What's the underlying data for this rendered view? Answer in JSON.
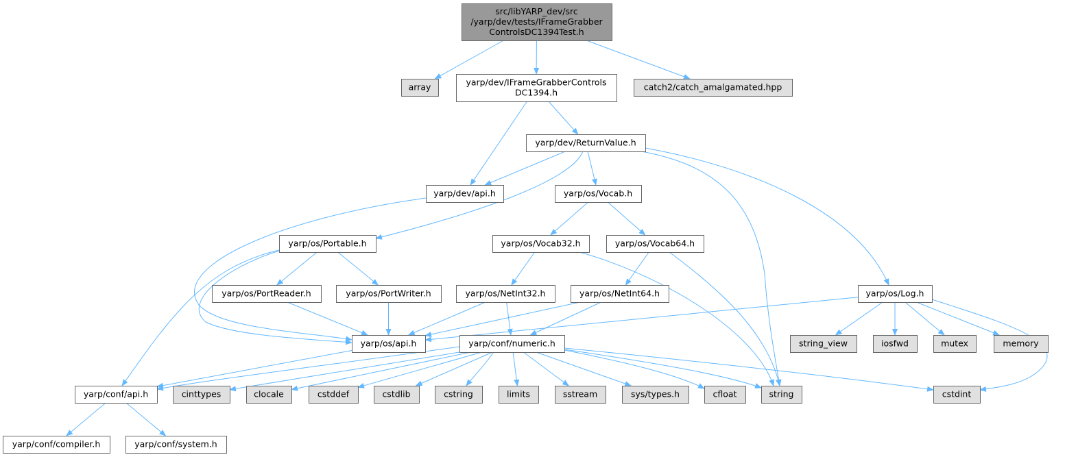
{
  "colors": {
    "root_fill": "#999999",
    "project_fill": "#ffffff",
    "system_fill": "#e0e0e0",
    "border": "#666666",
    "edge": "#63b8ff"
  },
  "nodes": [
    {
      "id": "root",
      "kind": "root",
      "lines": [
        "src/libYARP_dev/src",
        "/yarp/dev/tests/IFrameGrabber",
        "ControlsDC1394Test.h"
      ]
    },
    {
      "id": "array",
      "kind": "system",
      "lines": [
        "array"
      ]
    },
    {
      "id": "ifgc",
      "kind": "project",
      "lines": [
        "yarp/dev/IFrameGrabberControls",
        "DC1394.h"
      ]
    },
    {
      "id": "catch2",
      "kind": "system",
      "lines": [
        "catch2/catch_amalgamated.hpp"
      ]
    },
    {
      "id": "retval",
      "kind": "project",
      "lines": [
        "yarp/dev/ReturnValue.h"
      ]
    },
    {
      "id": "devapi",
      "kind": "project",
      "lines": [
        "yarp/dev/api.h"
      ]
    },
    {
      "id": "vocab",
      "kind": "project",
      "lines": [
        "yarp/os/Vocab.h"
      ]
    },
    {
      "id": "portable",
      "kind": "project",
      "lines": [
        "yarp/os/Portable.h"
      ]
    },
    {
      "id": "vocab32",
      "kind": "project",
      "lines": [
        "yarp/os/Vocab32.h"
      ]
    },
    {
      "id": "vocab64",
      "kind": "project",
      "lines": [
        "yarp/os/Vocab64.h"
      ]
    },
    {
      "id": "portreader",
      "kind": "project",
      "lines": [
        "yarp/os/PortReader.h"
      ]
    },
    {
      "id": "portwriter",
      "kind": "project",
      "lines": [
        "yarp/os/PortWriter.h"
      ]
    },
    {
      "id": "netint32",
      "kind": "project",
      "lines": [
        "yarp/os/NetInt32.h"
      ]
    },
    {
      "id": "netint64",
      "kind": "project",
      "lines": [
        "yarp/os/NetInt64.h"
      ]
    },
    {
      "id": "log",
      "kind": "project",
      "lines": [
        "yarp/os/Log.h"
      ]
    },
    {
      "id": "osapi",
      "kind": "project",
      "lines": [
        "yarp/os/api.h"
      ]
    },
    {
      "id": "numeric",
      "kind": "project",
      "lines": [
        "yarp/conf/numeric.h"
      ]
    },
    {
      "id": "string_view",
      "kind": "system",
      "lines": [
        "string_view"
      ]
    },
    {
      "id": "iosfwd",
      "kind": "system",
      "lines": [
        "iosfwd"
      ]
    },
    {
      "id": "mutex",
      "kind": "system",
      "lines": [
        "mutex"
      ]
    },
    {
      "id": "memory",
      "kind": "system",
      "lines": [
        "memory"
      ]
    },
    {
      "id": "confapi",
      "kind": "project",
      "lines": [
        "yarp/conf/api.h"
      ]
    },
    {
      "id": "cinttypes",
      "kind": "system",
      "lines": [
        "cinttypes"
      ]
    },
    {
      "id": "clocale",
      "kind": "system",
      "lines": [
        "clocale"
      ]
    },
    {
      "id": "cstddef",
      "kind": "system",
      "lines": [
        "cstddef"
      ]
    },
    {
      "id": "cstdlib",
      "kind": "system",
      "lines": [
        "cstdlib"
      ]
    },
    {
      "id": "cstring",
      "kind": "system",
      "lines": [
        "cstring"
      ]
    },
    {
      "id": "limits",
      "kind": "system",
      "lines": [
        "limits"
      ]
    },
    {
      "id": "sstream",
      "kind": "system",
      "lines": [
        "sstream"
      ]
    },
    {
      "id": "systypes",
      "kind": "system",
      "lines": [
        "sys/types.h"
      ]
    },
    {
      "id": "cfloat",
      "kind": "system",
      "lines": [
        "cfloat"
      ]
    },
    {
      "id": "string",
      "kind": "system",
      "lines": [
        "string"
      ]
    },
    {
      "id": "cstdint",
      "kind": "system",
      "lines": [
        "cstdint"
      ]
    },
    {
      "id": "compiler",
      "kind": "project",
      "lines": [
        "yarp/conf/compiler.h"
      ]
    },
    {
      "id": "system",
      "kind": "project",
      "lines": [
        "yarp/conf/system.h"
      ]
    }
  ],
  "edges": [
    {
      "from": "root",
      "to": "array"
    },
    {
      "from": "root",
      "to": "ifgc"
    },
    {
      "from": "root",
      "to": "catch2"
    },
    {
      "from": "ifgc",
      "to": "devapi"
    },
    {
      "from": "ifgc",
      "to": "retval"
    },
    {
      "from": "retval",
      "to": "devapi"
    },
    {
      "from": "retval",
      "to": "vocab"
    },
    {
      "from": "retval",
      "to": "portable"
    },
    {
      "from": "retval",
      "to": "string"
    },
    {
      "from": "retval",
      "to": "log"
    },
    {
      "from": "devapi",
      "to": "osapi"
    },
    {
      "from": "vocab",
      "to": "vocab32"
    },
    {
      "from": "vocab",
      "to": "vocab64"
    },
    {
      "from": "portable",
      "to": "portreader"
    },
    {
      "from": "portable",
      "to": "portwriter"
    },
    {
      "from": "portable",
      "to": "osapi"
    },
    {
      "from": "portable",
      "to": "confapi"
    },
    {
      "from": "vocab32",
      "to": "netint32"
    },
    {
      "from": "vocab32",
      "to": "string"
    },
    {
      "from": "vocab64",
      "to": "netint64"
    },
    {
      "from": "vocab64",
      "to": "string"
    },
    {
      "from": "portreader",
      "to": "osapi"
    },
    {
      "from": "portwriter",
      "to": "osapi"
    },
    {
      "from": "netint32",
      "to": "osapi"
    },
    {
      "from": "netint32",
      "to": "numeric"
    },
    {
      "from": "netint64",
      "to": "osapi"
    },
    {
      "from": "netint64",
      "to": "numeric"
    },
    {
      "from": "log",
      "to": "osapi"
    },
    {
      "from": "log",
      "to": "string_view"
    },
    {
      "from": "log",
      "to": "iosfwd"
    },
    {
      "from": "log",
      "to": "mutex"
    },
    {
      "from": "log",
      "to": "memory"
    },
    {
      "from": "log",
      "to": "cstdint"
    },
    {
      "from": "osapi",
      "to": "confapi"
    },
    {
      "from": "numeric",
      "to": "confapi"
    },
    {
      "from": "numeric",
      "to": "cinttypes"
    },
    {
      "from": "numeric",
      "to": "clocale"
    },
    {
      "from": "numeric",
      "to": "cstddef"
    },
    {
      "from": "numeric",
      "to": "cstdlib"
    },
    {
      "from": "numeric",
      "to": "cstring"
    },
    {
      "from": "numeric",
      "to": "limits"
    },
    {
      "from": "numeric",
      "to": "sstream"
    },
    {
      "from": "numeric",
      "to": "systypes"
    },
    {
      "from": "numeric",
      "to": "cfloat"
    },
    {
      "from": "numeric",
      "to": "string"
    },
    {
      "from": "numeric",
      "to": "cstdint"
    },
    {
      "from": "confapi",
      "to": "compiler"
    },
    {
      "from": "confapi",
      "to": "system"
    }
  ]
}
